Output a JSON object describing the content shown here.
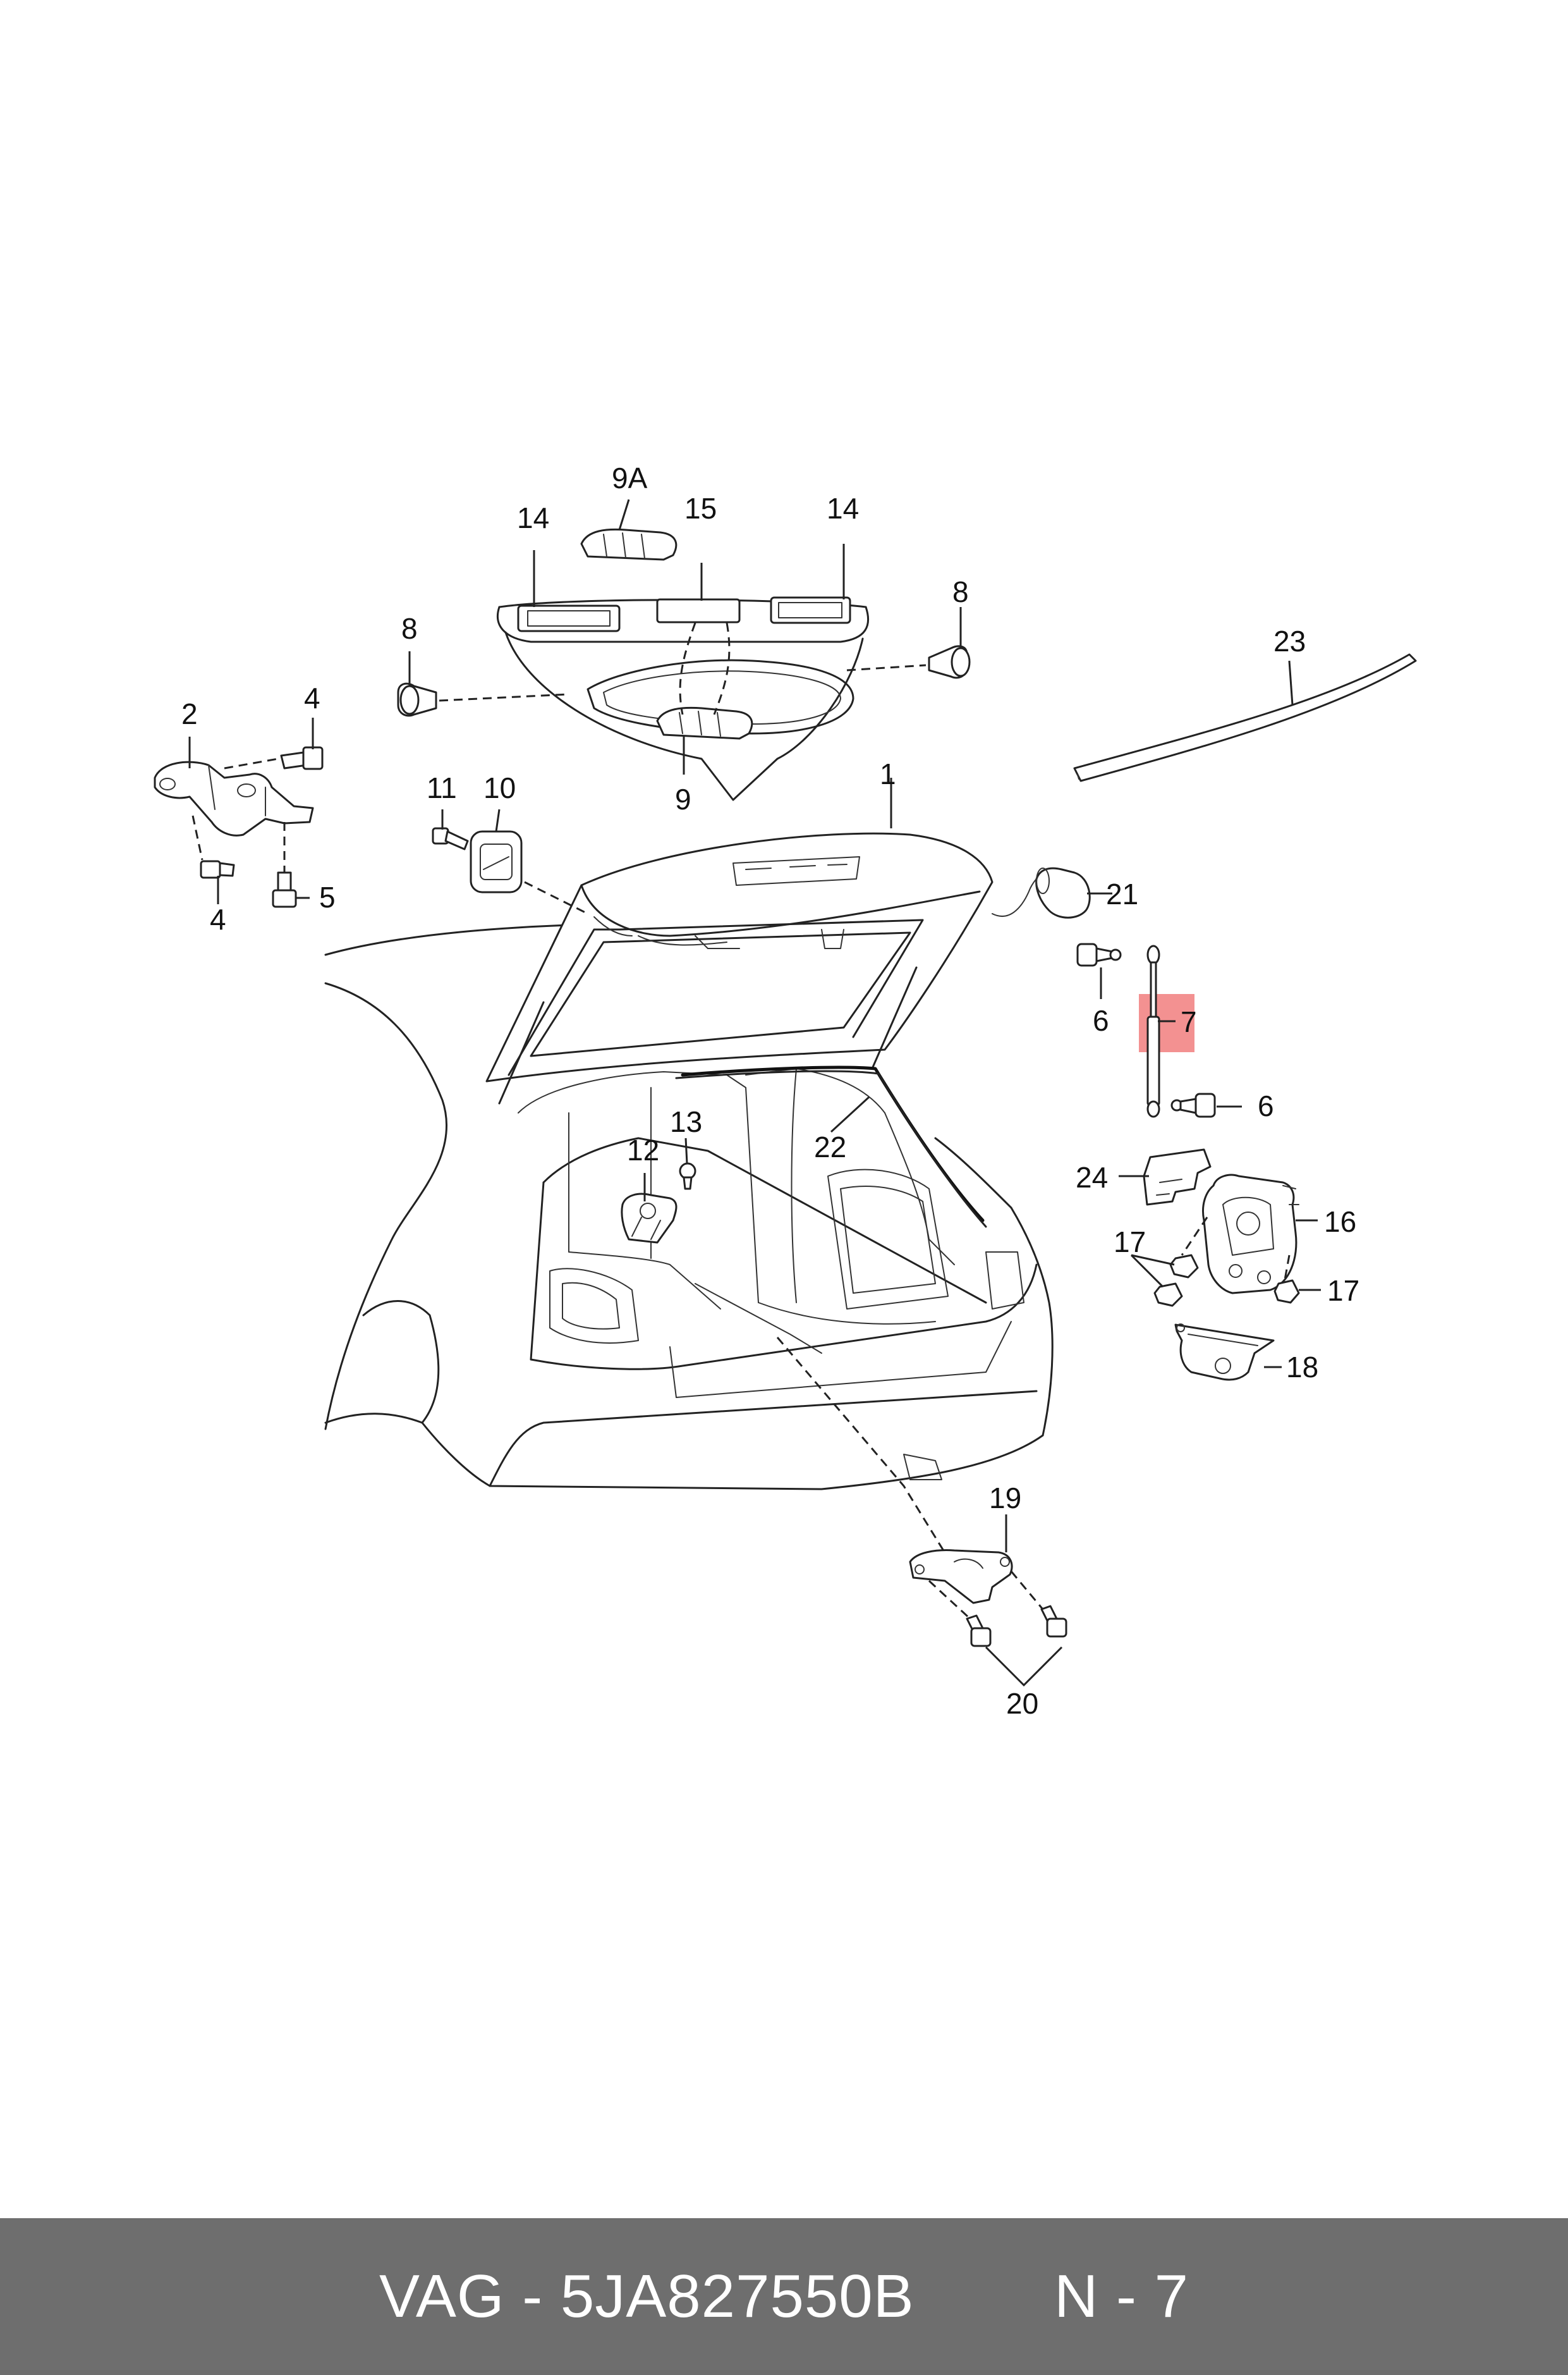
{
  "callouts": {
    "c1": "1",
    "c2": "2",
    "c4a": "4",
    "c4b": "4",
    "c5": "5",
    "c6a": "6",
    "c6b": "6",
    "c7": "7",
    "c8a": "8",
    "c8b": "8",
    "c9": "9",
    "c9a": "9A",
    "c10": "10",
    "c11": "11",
    "c12": "12",
    "c13": "13",
    "c14a": "14",
    "c14b": "14",
    "c15": "15",
    "c16": "16",
    "c17a": "17",
    "c17b": "17",
    "c18": "18",
    "c19": "19",
    "c20": "20",
    "c21": "21",
    "c22": "22",
    "c23": "23",
    "c24": "24"
  },
  "highlight": {
    "callout": "7",
    "color": "#f28b8b"
  },
  "colors": {
    "footer_bg": "#6e6e6e",
    "footer_text": "#ffffff",
    "line": "#222222"
  },
  "footer": {
    "part_label": "VAG - 5JA827550B",
    "position_label": "N - 7"
  }
}
